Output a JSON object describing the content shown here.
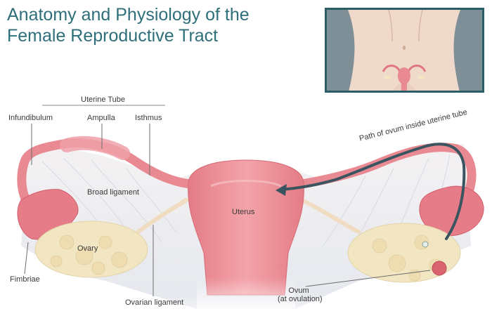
{
  "title": {
    "line1": "Anatomy and Physiology of the",
    "line2": "Female Reproductive Tract"
  },
  "labels": {
    "uterine_tube": "Uterine Tube",
    "infundibulum": "Infundibulum",
    "ampulla": "Ampulla",
    "isthmus": "Isthmus",
    "broad_ligament": "Broad ligament",
    "uterus": "Uterus",
    "ovary": "Ovary",
    "fimbriae": "Fimbriae",
    "ovarian_ligament": "Ovarian ligament",
    "path_of_ovum": "Path of ovum inside uterine tube",
    "ovum_line1": "Ovum",
    "ovum_line2": "(at ovulation)"
  },
  "colors": {
    "title": "#2f6f7a",
    "inset_border": "#2b5d67",
    "tissue_pink": "#e98a93",
    "ovary_cream": "#f2e6c2",
    "path_arrow": "#3b5560"
  }
}
